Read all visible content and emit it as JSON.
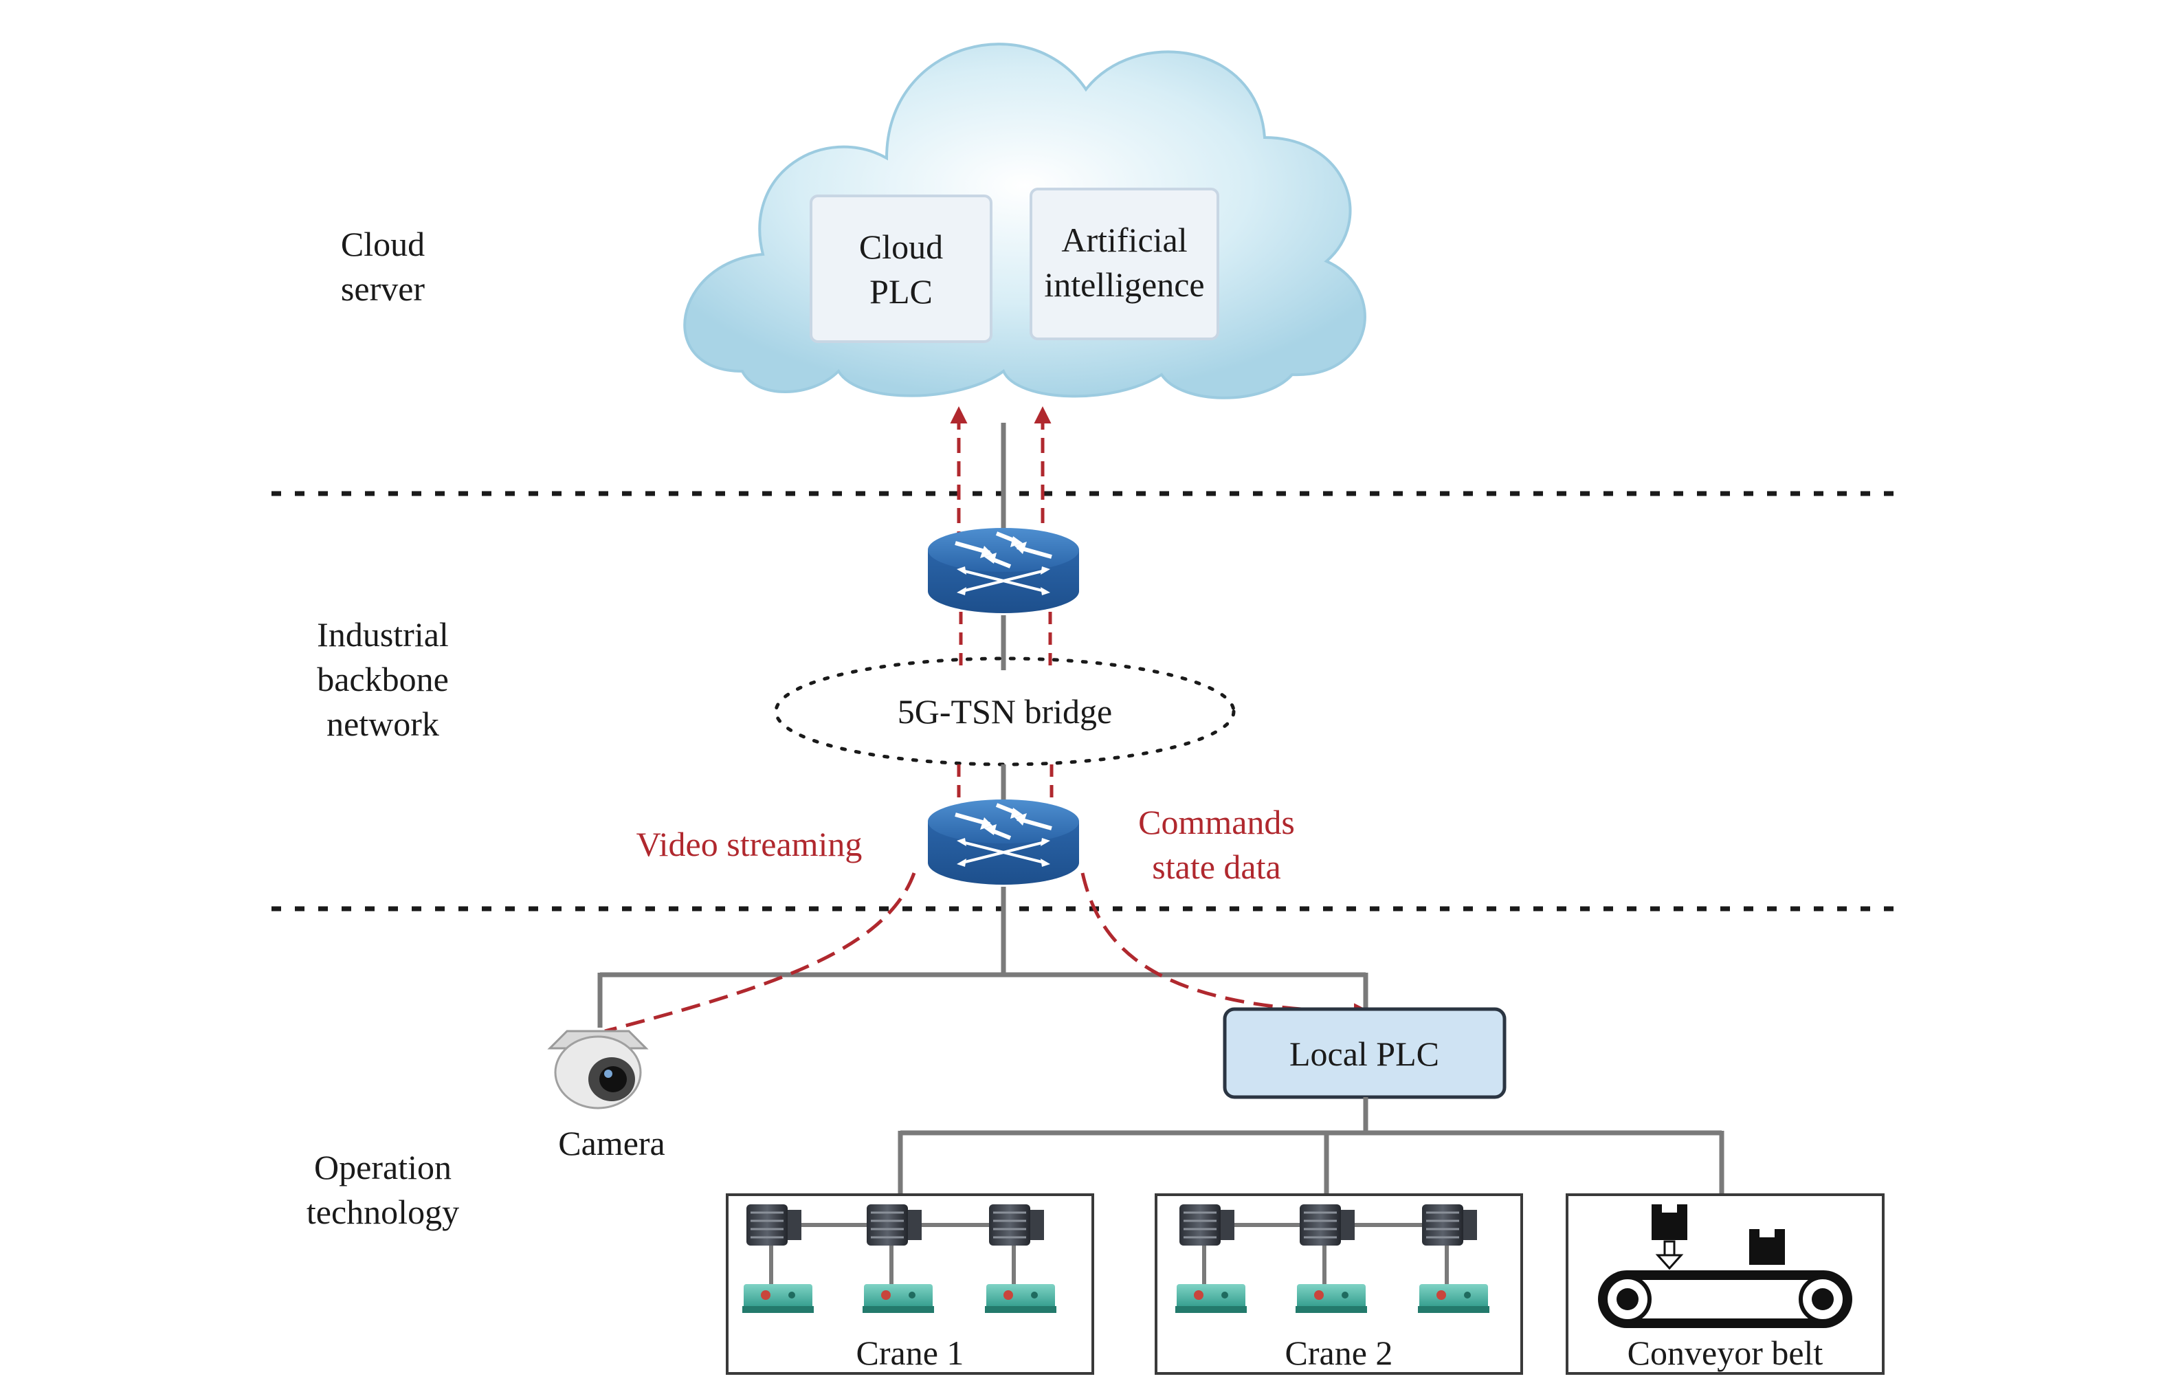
{
  "layers": {
    "cloud": [
      "Cloud",
      "server"
    ],
    "backbone": [
      "Industrial",
      "backbone",
      "network"
    ],
    "ot": [
      "Operation",
      "technology"
    ]
  },
  "cloud_boxes": {
    "plc": [
      "Cloud",
      "PLC"
    ],
    "ai": [
      "Artificial",
      "intelligence"
    ]
  },
  "bridge_label": "5G-TSN bridge",
  "flows": {
    "video": "Video streaming",
    "commands": [
      "Commands",
      "state data"
    ]
  },
  "devices": {
    "camera": "Camera",
    "local_plc": "Local PLC",
    "crane1": "Crane 1",
    "crane2": "Crane 2",
    "conveyor": "Conveyor belt"
  },
  "colors": {
    "flow_red": "#b0282e",
    "router_blue": "#2f6fb5",
    "plc_fill": "#cfe3f3",
    "cloud_fill": "#bfe0ee"
  }
}
